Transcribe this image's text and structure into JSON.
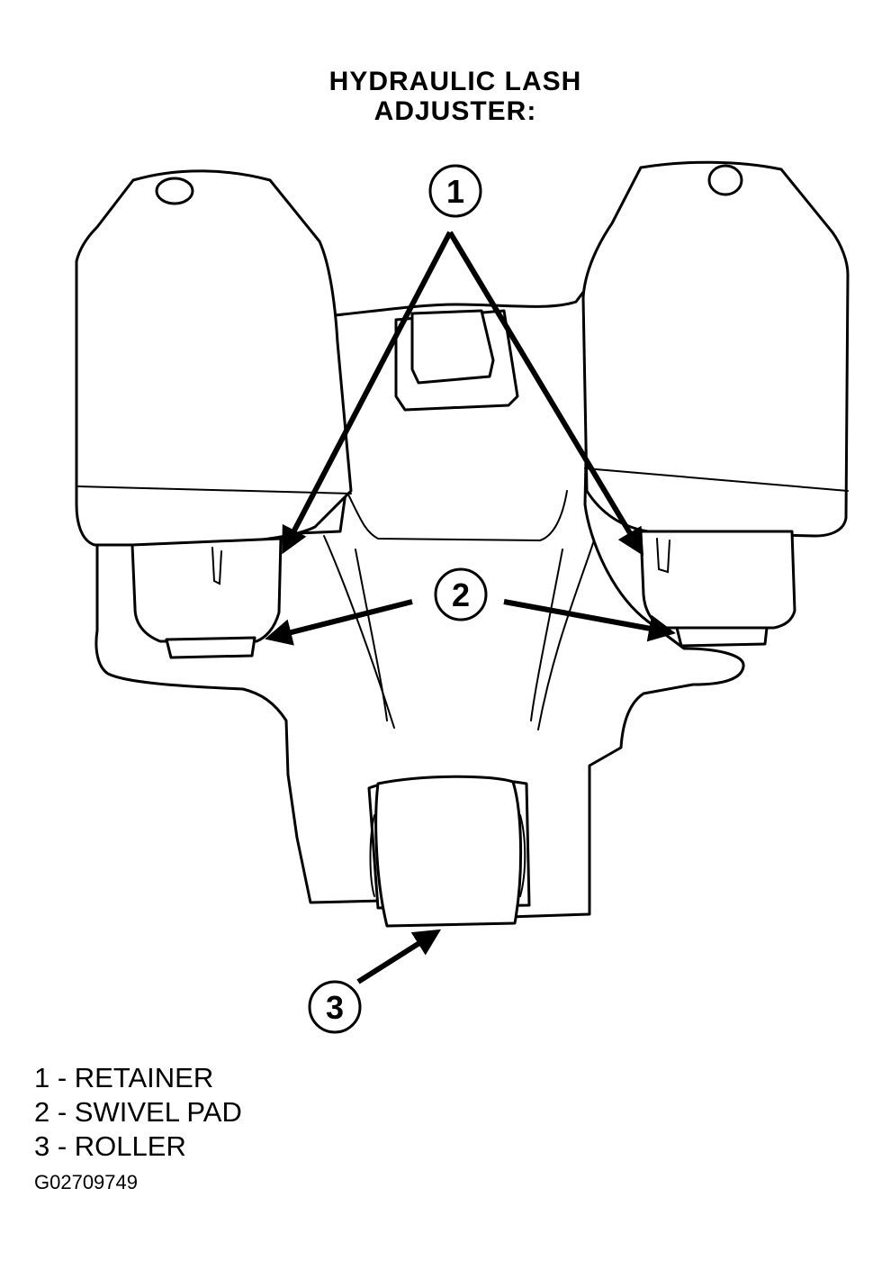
{
  "title": {
    "line1": "HYDRAULIC LASH",
    "line2": "ADJUSTER:"
  },
  "callouts": [
    {
      "number": "1"
    },
    {
      "number": "2"
    },
    {
      "number": "3"
    }
  ],
  "legend": [
    {
      "text": "1 - RETAINER"
    },
    {
      "text": "2 - SWIVEL PAD"
    },
    {
      "text": "3 - ROLLER"
    }
  ],
  "figure_id": "G02709749"
}
